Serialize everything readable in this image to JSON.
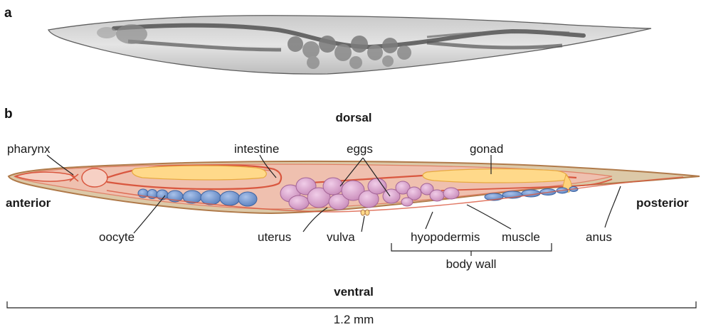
{
  "panels": {
    "a": "a",
    "b": "b"
  },
  "orientation": {
    "dorsal": "dorsal",
    "ventral": "ventral",
    "anterior": "anterior",
    "posterior": "posterior"
  },
  "labels": {
    "pharynx": "pharynx",
    "intestine": "intestine",
    "eggs": "eggs",
    "gonad": "gonad",
    "oocyte": "oocyte",
    "uterus": "uterus",
    "vulva": "vulva",
    "hyopodermis": "hyopodermis",
    "muscle": "muscle",
    "body_wall": "body wall",
    "anus": "anus"
  },
  "scale_bar": {
    "label": "1.2 mm"
  },
  "colors": {
    "body_outline": "#b07a4a",
    "body_fill": "#dcc9a8",
    "gut_fill": "#f2c0b0",
    "intestine_line": "#d9573f",
    "gonad_fill": "#ffd98a",
    "oocyte_fill": "#6f93cc",
    "egg_fill": "#d8a0cc",
    "micrograph": "#8a8a8a"
  }
}
